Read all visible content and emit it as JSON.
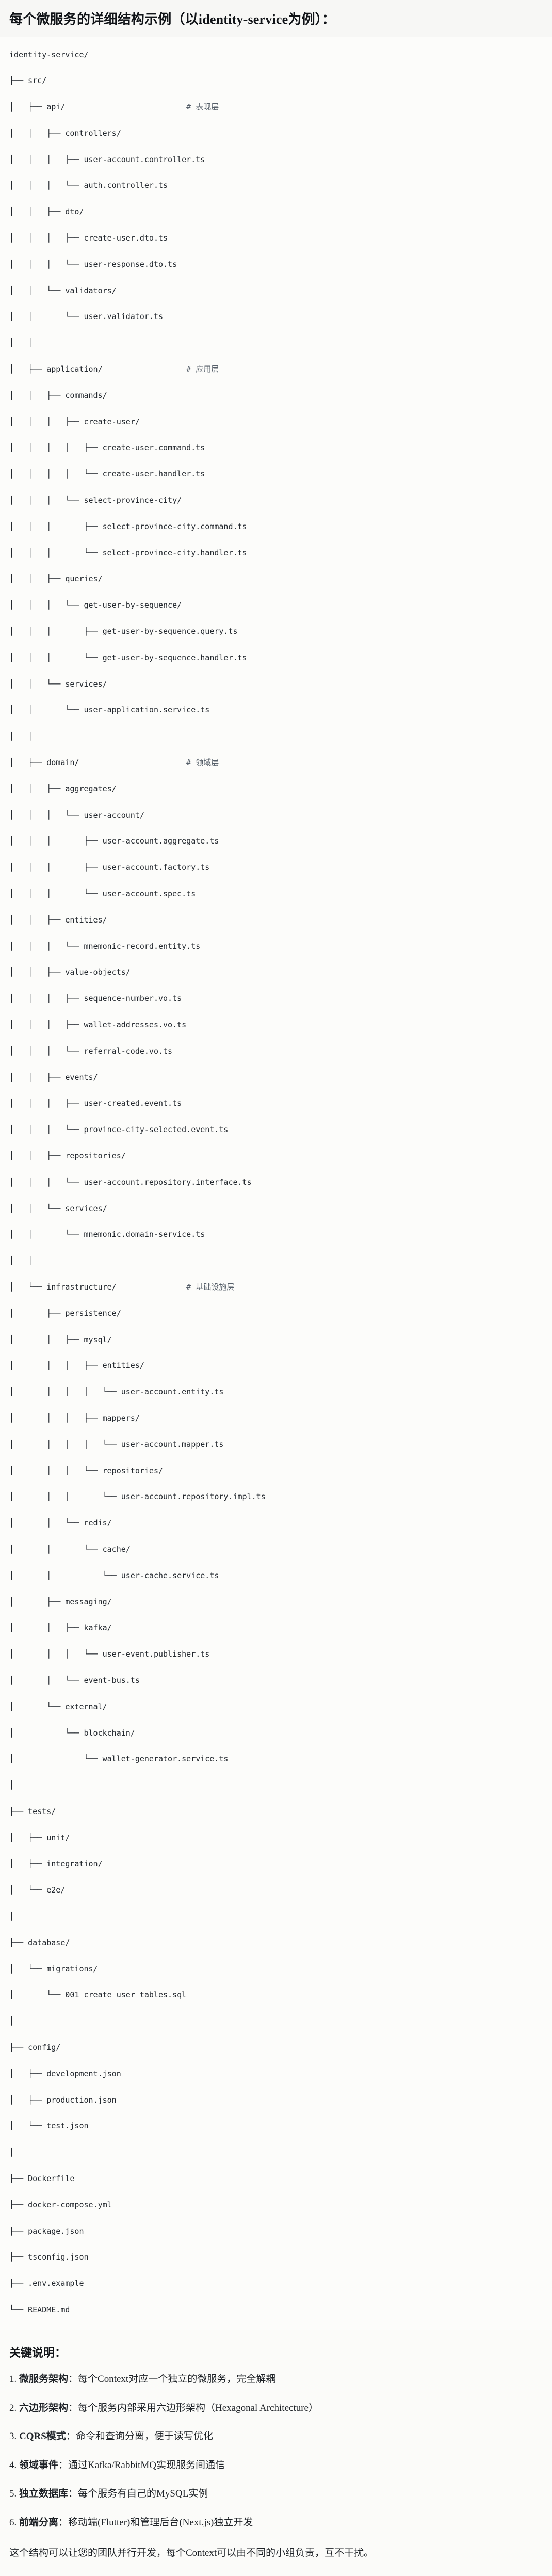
{
  "header": {
    "title": "每个微服务的详细结构示例（以identity-service为例）："
  },
  "tree": {
    "lines": [
      {
        "glyphs": "",
        "name": "identity-service/",
        "comment": ""
      },
      {
        "glyphs": "├── ",
        "name": "src/",
        "comment": ""
      },
      {
        "glyphs": "│   ├── ",
        "name": "api/",
        "comment": "# 表现层"
      },
      {
        "glyphs": "│   │   ├── ",
        "name": "controllers/",
        "comment": ""
      },
      {
        "glyphs": "│   │   │   ├── ",
        "name": "user-account.controller.ts",
        "comment": ""
      },
      {
        "glyphs": "│   │   │   └── ",
        "name": "auth.controller.ts",
        "comment": ""
      },
      {
        "glyphs": "│   │   ├── ",
        "name": "dto/",
        "comment": ""
      },
      {
        "glyphs": "│   │   │   ├── ",
        "name": "create-user.dto.ts",
        "comment": ""
      },
      {
        "glyphs": "│   │   │   └── ",
        "name": "user-response.dto.ts",
        "comment": ""
      },
      {
        "glyphs": "│   │   └── ",
        "name": "validators/",
        "comment": ""
      },
      {
        "glyphs": "│   │       └── ",
        "name": "user.validator.ts",
        "comment": ""
      },
      {
        "glyphs": "│   │",
        "name": "",
        "comment": ""
      },
      {
        "glyphs": "│   ├── ",
        "name": "application/",
        "comment": "# 应用层"
      },
      {
        "glyphs": "│   │   ├── ",
        "name": "commands/",
        "comment": ""
      },
      {
        "glyphs": "│   │   │   ├── ",
        "name": "create-user/",
        "comment": ""
      },
      {
        "glyphs": "│   │   │   │   ├── ",
        "name": "create-user.command.ts",
        "comment": ""
      },
      {
        "glyphs": "│   │   │   │   └── ",
        "name": "create-user.handler.ts",
        "comment": ""
      },
      {
        "glyphs": "│   │   │   └── ",
        "name": "select-province-city/",
        "comment": ""
      },
      {
        "glyphs": "│   │   │       ├── ",
        "name": "select-province-city.command.ts",
        "comment": ""
      },
      {
        "glyphs": "│   │   │       └── ",
        "name": "select-province-city.handler.ts",
        "comment": ""
      },
      {
        "glyphs": "│   │   ├── ",
        "name": "queries/",
        "comment": ""
      },
      {
        "glyphs": "│   │   │   └── ",
        "name": "get-user-by-sequence/",
        "comment": ""
      },
      {
        "glyphs": "│   │   │       ├── ",
        "name": "get-user-by-sequence.query.ts",
        "comment": ""
      },
      {
        "glyphs": "│   │   │       └── ",
        "name": "get-user-by-sequence.handler.ts",
        "comment": ""
      },
      {
        "glyphs": "│   │   └── ",
        "name": "services/",
        "comment": ""
      },
      {
        "glyphs": "│   │       └── ",
        "name": "user-application.service.ts",
        "comment": ""
      },
      {
        "glyphs": "│   │",
        "name": "",
        "comment": ""
      },
      {
        "glyphs": "│   ├── ",
        "name": "domain/",
        "comment": "# 领域层"
      },
      {
        "glyphs": "│   │   ├── ",
        "name": "aggregates/",
        "comment": ""
      },
      {
        "glyphs": "│   │   │   └── ",
        "name": "user-account/",
        "comment": ""
      },
      {
        "glyphs": "│   │   │       ├── ",
        "name": "user-account.aggregate.ts",
        "comment": ""
      },
      {
        "glyphs": "│   │   │       ├── ",
        "name": "user-account.factory.ts",
        "comment": ""
      },
      {
        "glyphs": "│   │   │       └── ",
        "name": "user-account.spec.ts",
        "comment": ""
      },
      {
        "glyphs": "│   │   ├── ",
        "name": "entities/",
        "comment": ""
      },
      {
        "glyphs": "│   │   │   └── ",
        "name": "mnemonic-record.entity.ts",
        "comment": ""
      },
      {
        "glyphs": "│   │   ├── ",
        "name": "value-objects/",
        "comment": ""
      },
      {
        "glyphs": "│   │   │   ├── ",
        "name": "sequence-number.vo.ts",
        "comment": ""
      },
      {
        "glyphs": "│   │   │   ├── ",
        "name": "wallet-addresses.vo.ts",
        "comment": ""
      },
      {
        "glyphs": "│   │   │   └── ",
        "name": "referral-code.vo.ts",
        "comment": ""
      },
      {
        "glyphs": "│   │   ├── ",
        "name": "events/",
        "comment": ""
      },
      {
        "glyphs": "│   │   │   ├── ",
        "name": "user-created.event.ts",
        "comment": ""
      },
      {
        "glyphs": "│   │   │   └── ",
        "name": "province-city-selected.event.ts",
        "comment": ""
      },
      {
        "glyphs": "│   │   ├── ",
        "name": "repositories/",
        "comment": ""
      },
      {
        "glyphs": "│   │   │   └── ",
        "name": "user-account.repository.interface.ts",
        "comment": ""
      },
      {
        "glyphs": "│   │   └── ",
        "name": "services/",
        "comment": ""
      },
      {
        "glyphs": "│   │       └── ",
        "name": "mnemonic.domain-service.ts",
        "comment": ""
      },
      {
        "glyphs": "│   │",
        "name": "",
        "comment": ""
      },
      {
        "glyphs": "│   └── ",
        "name": "infrastructure/",
        "comment": "# 基础设施层"
      },
      {
        "glyphs": "│       ├── ",
        "name": "persistence/",
        "comment": ""
      },
      {
        "glyphs": "│       │   ├── ",
        "name": "mysql/",
        "comment": ""
      },
      {
        "glyphs": "│       │   │   ├── ",
        "name": "entities/",
        "comment": ""
      },
      {
        "glyphs": "│       │   │   │   └── ",
        "name": "user-account.entity.ts",
        "comment": ""
      },
      {
        "glyphs": "│       │   │   ├── ",
        "name": "mappers/",
        "comment": ""
      },
      {
        "glyphs": "│       │   │   │   └── ",
        "name": "user-account.mapper.ts",
        "comment": ""
      },
      {
        "glyphs": "│       │   │   └── ",
        "name": "repositories/",
        "comment": ""
      },
      {
        "glyphs": "│       │   │       └── ",
        "name": "user-account.repository.impl.ts",
        "comment": ""
      },
      {
        "glyphs": "│       │   └── ",
        "name": "redis/",
        "comment": ""
      },
      {
        "glyphs": "│       │       └── ",
        "name": "cache/",
        "comment": ""
      },
      {
        "glyphs": "│       │           └── ",
        "name": "user-cache.service.ts",
        "comment": ""
      },
      {
        "glyphs": "│       ├── ",
        "name": "messaging/",
        "comment": ""
      },
      {
        "glyphs": "│       │   ├── ",
        "name": "kafka/",
        "comment": ""
      },
      {
        "glyphs": "│       │   │   └── ",
        "name": "user-event.publisher.ts",
        "comment": ""
      },
      {
        "glyphs": "│       │   └── ",
        "name": "event-bus.ts",
        "comment": ""
      },
      {
        "glyphs": "│       └── ",
        "name": "external/",
        "comment": ""
      },
      {
        "glyphs": "│           └── ",
        "name": "blockchain/",
        "comment": ""
      },
      {
        "glyphs": "│               └── ",
        "name": "wallet-generator.service.ts",
        "comment": ""
      },
      {
        "glyphs": "│",
        "name": "",
        "comment": ""
      },
      {
        "glyphs": "├── ",
        "name": "tests/",
        "comment": ""
      },
      {
        "glyphs": "│   ├── ",
        "name": "unit/",
        "comment": ""
      },
      {
        "glyphs": "│   ├── ",
        "name": "integration/",
        "comment": ""
      },
      {
        "glyphs": "│   └── ",
        "name": "e2e/",
        "comment": ""
      },
      {
        "glyphs": "│",
        "name": "",
        "comment": ""
      },
      {
        "glyphs": "├── ",
        "name": "database/",
        "comment": ""
      },
      {
        "glyphs": "│   └── ",
        "name": "migrations/",
        "comment": ""
      },
      {
        "glyphs": "│       └── ",
        "name": "001_create_user_tables.sql",
        "comment": ""
      },
      {
        "glyphs": "│",
        "name": "",
        "comment": ""
      },
      {
        "glyphs": "├── ",
        "name": "config/",
        "comment": ""
      },
      {
        "glyphs": "│   ├── ",
        "name": "development.json",
        "comment": ""
      },
      {
        "glyphs": "│   ├── ",
        "name": "production.json",
        "comment": ""
      },
      {
        "glyphs": "│   └── ",
        "name": "test.json",
        "comment": ""
      },
      {
        "glyphs": "│",
        "name": "",
        "comment": ""
      },
      {
        "glyphs": "├── ",
        "name": "Dockerfile",
        "comment": ""
      },
      {
        "glyphs": "├── ",
        "name": "docker-compose.yml",
        "comment": ""
      },
      {
        "glyphs": "├── ",
        "name": "package.json",
        "comment": ""
      },
      {
        "glyphs": "├── ",
        "name": "tsconfig.json",
        "comment": ""
      },
      {
        "glyphs": "├── ",
        "name": ".env.example",
        "comment": ""
      },
      {
        "glyphs": "└── ",
        "name": "README.md",
        "comment": ""
      }
    ]
  },
  "notes": {
    "title": "关键说明：",
    "items": [
      {
        "num": "1.",
        "term": "微服务架构",
        "sep": "：",
        "desc": "每个Context对应一个独立的微服务，完全解耦"
      },
      {
        "num": "2.",
        "term": "六边形架构",
        "sep": "：",
        "desc": "每个服务内部采用六边形架构（Hexagonal Architecture）"
      },
      {
        "num": "3.",
        "term": "CQRS模式",
        "sep": "：",
        "desc": "命令和查询分离，便于读写优化"
      },
      {
        "num": "4.",
        "term": "领域事件",
        "sep": "：",
        "desc": "通过Kafka/RabbitMQ实现服务间通信"
      },
      {
        "num": "5.",
        "term": "独立数据库",
        "sep": "：",
        "desc": "每个服务有自己的MySQL实例"
      },
      {
        "num": "6.",
        "term": "前端分离",
        "sep": "：",
        "desc": "移动端(Flutter)和管理后台(Next.js)独立开发"
      }
    ],
    "closing": "这个结构可以让您的团队并行开发，每个Context可以由不同的小组负责，互不干扰。"
  }
}
